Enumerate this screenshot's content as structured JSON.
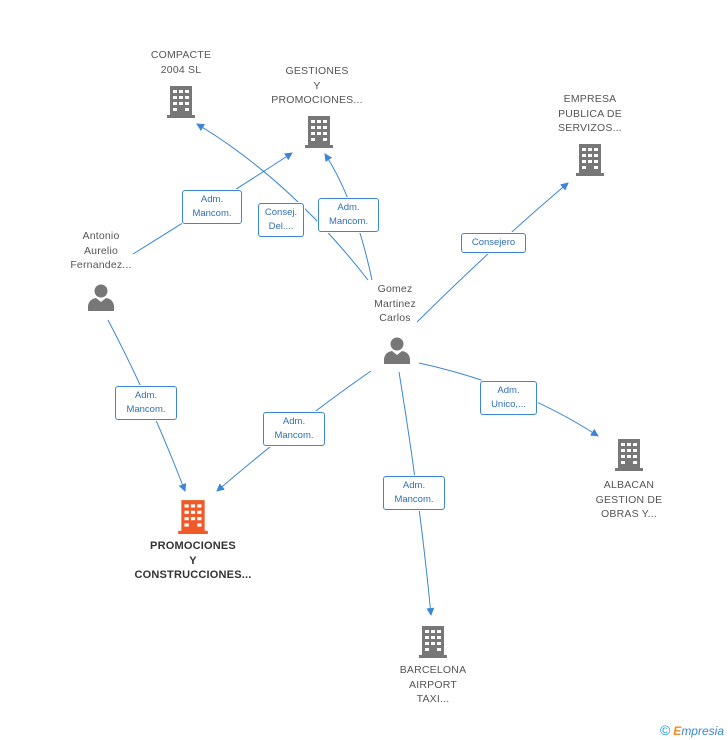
{
  "colors": {
    "edge": "#3b86d6",
    "building": "#777777",
    "focus": "#f05a28",
    "person": "#777777"
  },
  "nodes": {
    "compacte": {
      "label": [
        "COMPACTE",
        "2004 SL"
      ],
      "icon": "building-icon"
    },
    "gestiones": {
      "label": [
        "GESTIONES",
        "Y",
        "PROMOCIONES..."
      ],
      "icon": "building-icon"
    },
    "empresa": {
      "label": [
        "EMPRESA",
        "PUBLICA DE",
        "SERVIZOS..."
      ],
      "icon": "building-icon"
    },
    "antonio": {
      "label": [
        "Antonio",
        "Aurelio",
        "Fernandez..."
      ],
      "icon": "person-icon"
    },
    "gomez": {
      "label": [
        "Gomez",
        "Martinez",
        "Carlos"
      ],
      "icon": "person-icon"
    },
    "albacan": {
      "label": [
        "ALBACAN",
        "GESTION DE",
        "OBRAS Y..."
      ],
      "icon": "building-icon"
    },
    "promociones": {
      "label": [
        "PROMOCIONES",
        "Y",
        "CONSTRUCCIONES..."
      ],
      "icon": "building-icon"
    },
    "barcelona": {
      "label": [
        "BARCELONA",
        "AIRPORT",
        "TAXI..."
      ],
      "icon": "building-icon"
    }
  },
  "edges": {
    "antonio_gestiones": [
      "Adm.",
      "Mancom."
    ],
    "gomez_compacte": [
      "Consej.",
      "Del...."
    ],
    "gomez_gestiones": [
      "Adm.",
      "Mancom."
    ],
    "gomez_empresa": [
      "Consejero"
    ],
    "antonio_promociones": [
      "Adm.",
      "Mancom."
    ],
    "gomez_promociones": [
      "Adm.",
      "Mancom."
    ],
    "gomez_albacan": [
      "Adm.",
      "Unico,..."
    ],
    "gomez_barcelona": [
      "Adm.",
      "Mancom."
    ]
  },
  "footer": {
    "copyright": "©",
    "brand_e": "E",
    "brand_rest": "mpresia"
  }
}
